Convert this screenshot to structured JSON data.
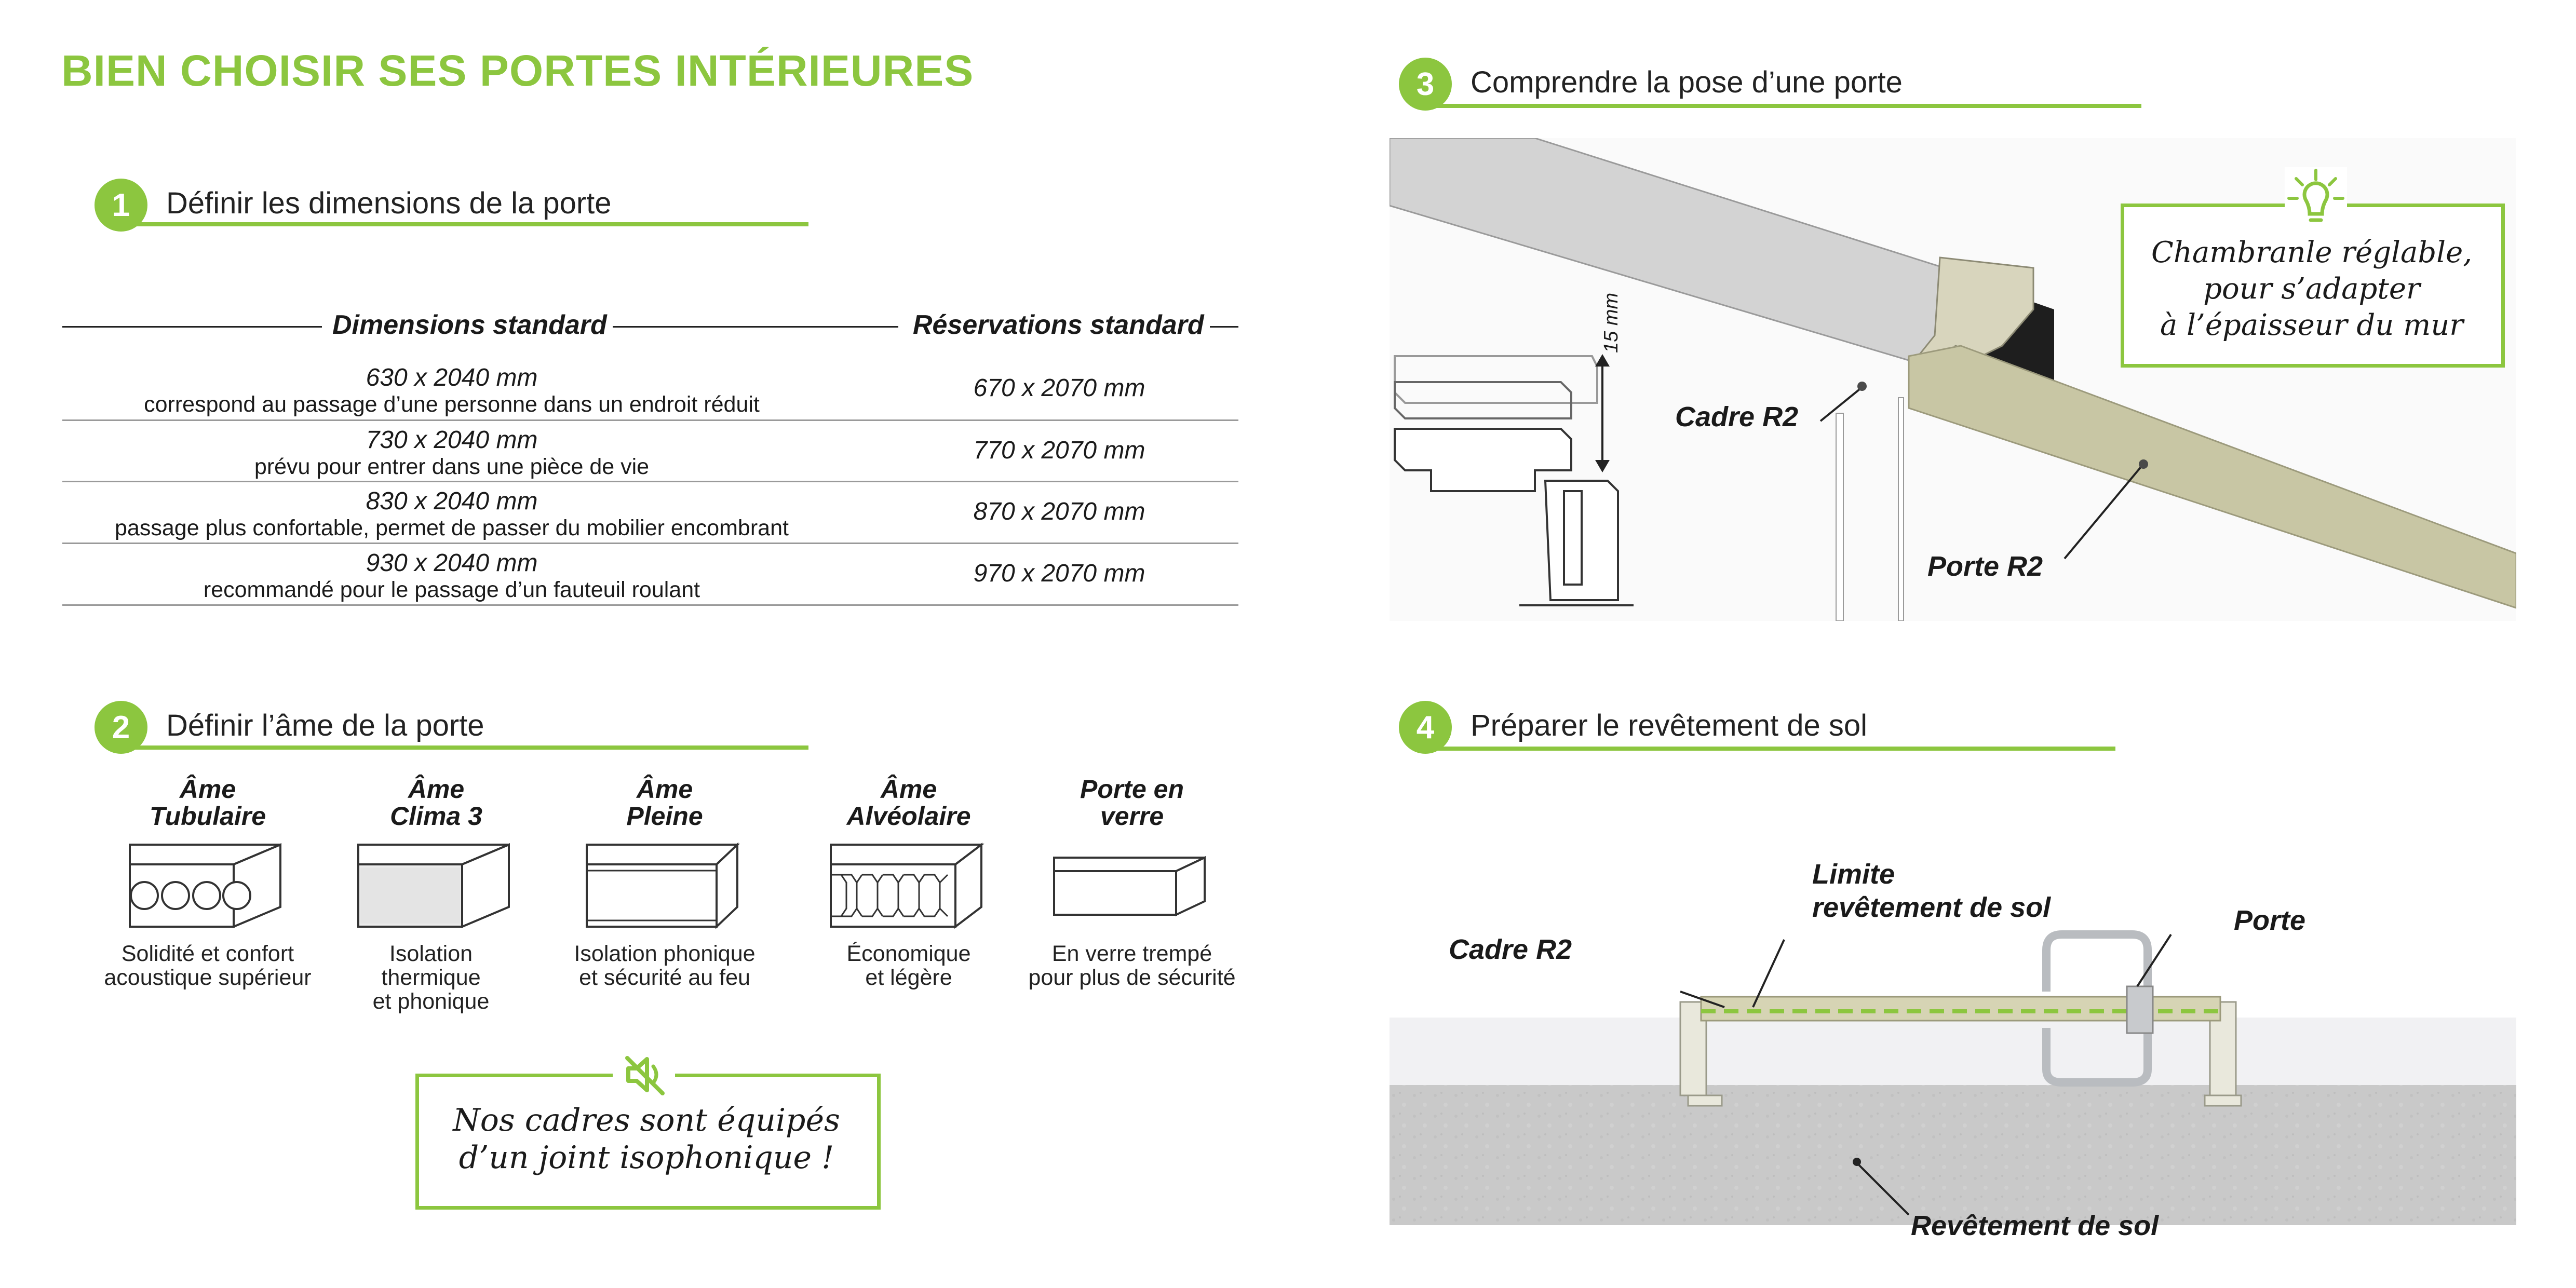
{
  "title": "BIEN CHOISIR SES PORTES INTÉRIEURES",
  "section1": {
    "number": "1",
    "title": "Définir les dimensions de la porte",
    "headers": {
      "dimensions": "Dimensions standard",
      "reservations": "Réservations standard"
    },
    "rows": [
      {
        "dimension": "630 x 2040 mm",
        "description": "correspond au passage d’une personne dans un endroit réduit",
        "reservation": "670 x 2070 mm"
      },
      {
        "dimension": "730 x 2040 mm",
        "description": "prévu pour entrer dans une pièce de vie",
        "reservation": "770 x 2070 mm"
      },
      {
        "dimension": "830 x 2040 mm",
        "description": "passage plus confortable, permet de passer du mobilier encombrant",
        "reservation": "870 x 2070 mm"
      },
      {
        "dimension": "930 x 2040 mm",
        "description": "recommandé pour le passage d’un fauteuil roulant",
        "reservation": "970 x 2070 mm"
      }
    ]
  },
  "section2": {
    "number": "2",
    "title": "Définir l’âme de la porte",
    "cores": [
      {
        "title1": "Âme",
        "title2": "Tubulaire",
        "desc1": "Solidité et confort",
        "desc2": "acoustique supérieur",
        "desc3": ""
      },
      {
        "title1": "Âme",
        "title2": "Clima 3",
        "desc1": "Isolation",
        "desc2": "thermique",
        "desc3": "et phonique"
      },
      {
        "title1": "Âme",
        "title2": "Pleine",
        "desc1": "Isolation phonique",
        "desc2": "et sécurité au feu",
        "desc3": ""
      },
      {
        "title1": "Âme",
        "title2": "Alvéolaire",
        "desc1": "Économique",
        "desc2": "et légère",
        "desc3": ""
      },
      {
        "title1": "Porte en",
        "title2": "verre",
        "desc1": "En verre trempé",
        "desc2": "pour plus de sécurité",
        "desc3": ""
      }
    ],
    "note": {
      "line1": "Nos cadres sont équipés",
      "line2": "d’un joint isophonique !",
      "icon": "muted-speaker-icon"
    }
  },
  "section3": {
    "number": "3",
    "title": "Comprendre la pose d’une porte",
    "dimension_label": "15 mm",
    "label_frame": "Cadre R2",
    "label_door": "Porte R2",
    "tip": {
      "line1": "Chambranle réglable,",
      "line2": "pour s’adapter",
      "line3": "à l’épaisseur du mur",
      "icon": "lightbulb-icon"
    }
  },
  "section4": {
    "number": "4",
    "title": "Préparer le revêtement de sol",
    "label_limit1": "Limite",
    "label_limit2": "revêtement de sol",
    "label_door": "Porte",
    "label_frame": "Cadre R2",
    "label_floor": "Revêtement de sol"
  },
  "colors": {
    "accent": "#8cc63f",
    "door": "#c8c6a4",
    "wall": "#d0d0d0",
    "floor": "#c9c9c9"
  }
}
